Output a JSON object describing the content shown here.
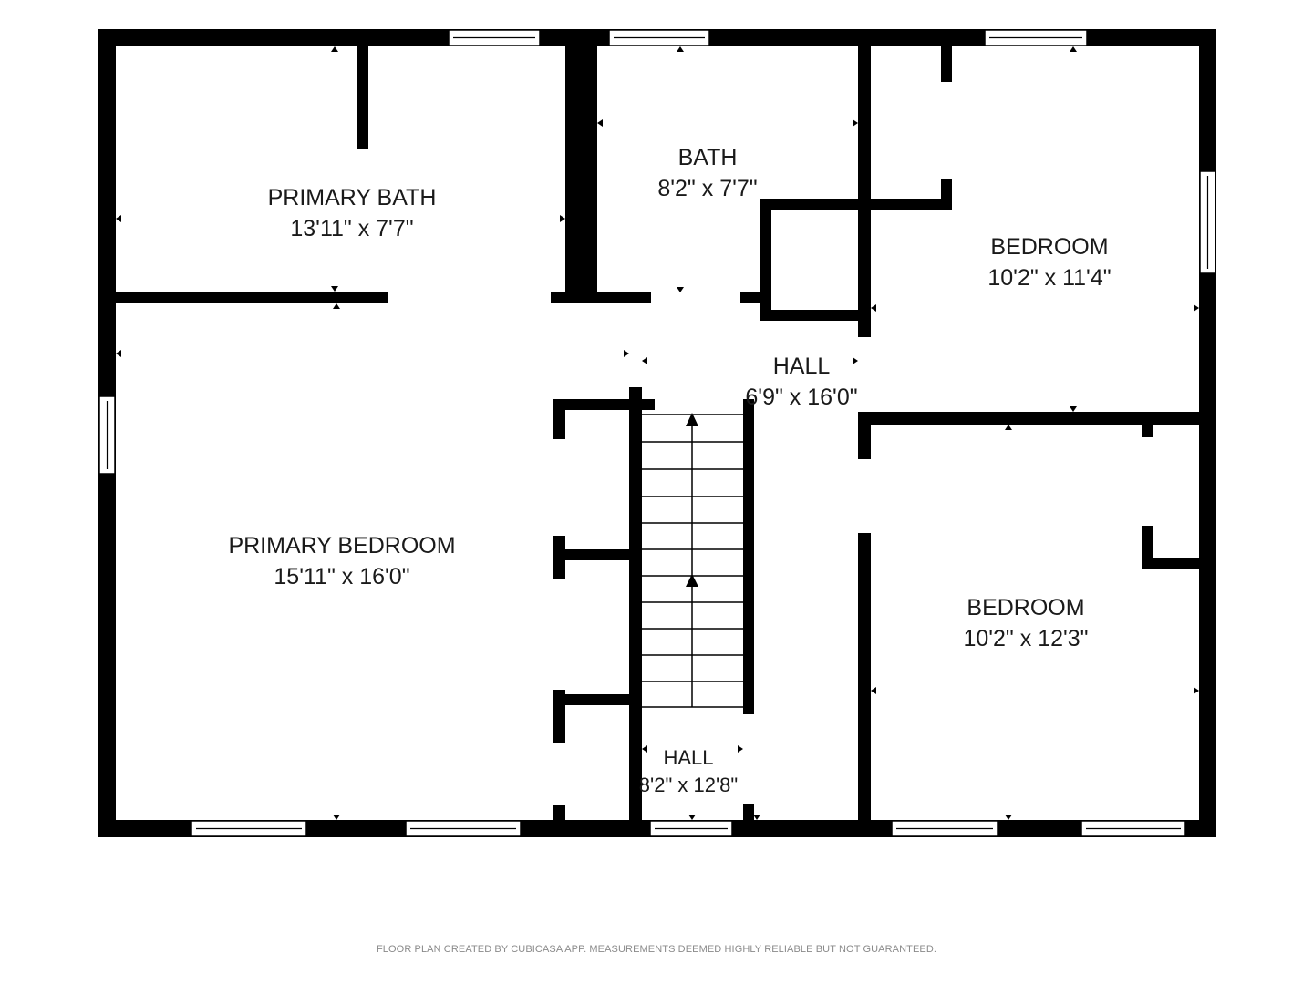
{
  "rooms": {
    "primary_bath": {
      "name": "PRIMARY BATH",
      "dims": "13'11\" x 7'7\""
    },
    "bath": {
      "name": "BATH",
      "dims": "8'2\" x 7'7\""
    },
    "bedroom_upper": {
      "name": "BEDROOM",
      "dims": "10'2\" x 11'4\""
    },
    "hall_main": {
      "name": "HALL",
      "dims": "6'9\" x 16'0\""
    },
    "primary_bedroom": {
      "name": "PRIMARY BEDROOM",
      "dims": "15'11\" x 16'0\""
    },
    "bedroom_lower": {
      "name": "BEDROOM",
      "dims": "10'2\" x 12'3\""
    },
    "hall_stair": {
      "name": "HALL",
      "dims": "8'2\" x 12'8\""
    }
  },
  "footer": {
    "disclaimer": "FLOOR PLAN CREATED BY CUBICASA APP. MEASUREMENTS DEEMED HIGHLY RELIABLE BUT NOT GUARANTEED."
  }
}
